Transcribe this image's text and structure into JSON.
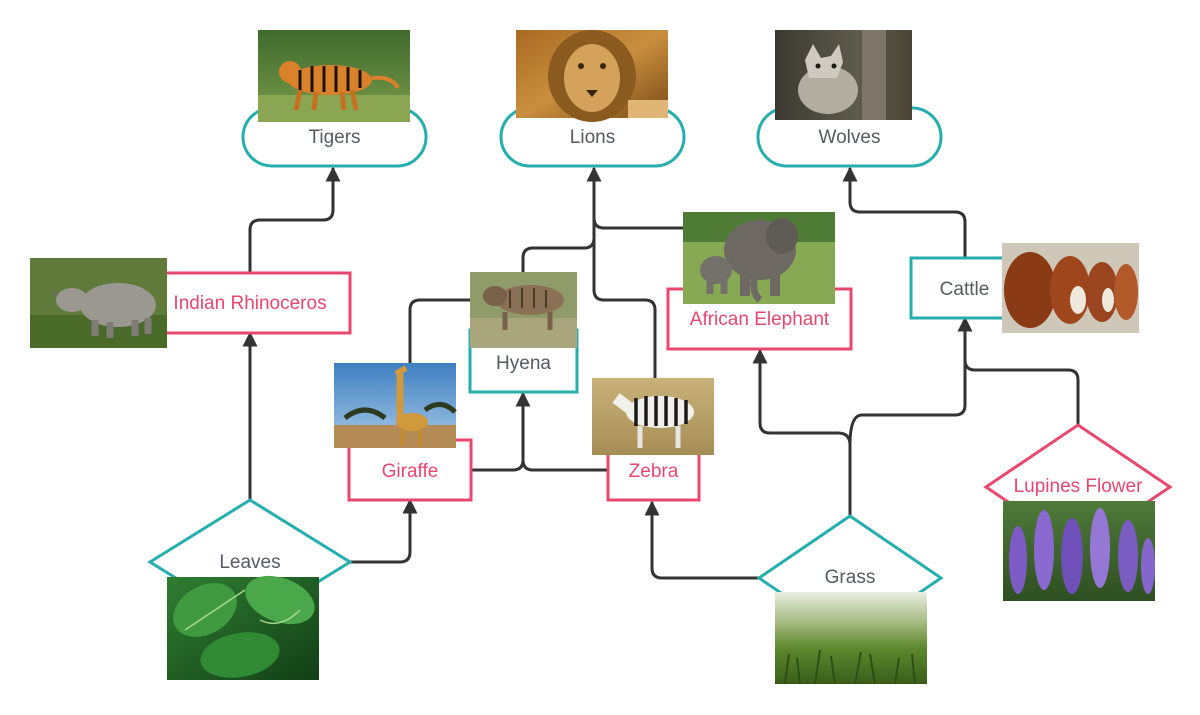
{
  "colors": {
    "connector": "#333333",
    "predator_stroke": "#26aeae",
    "consumer_stroke": "#e8476e",
    "producer_stroke": "#26aeae",
    "label_grey": "#555b61",
    "label_pink": "#e8476e"
  },
  "nodes": {
    "tigers": {
      "label": "Tigers",
      "image": "tiger-photo"
    },
    "lions": {
      "label": "Lions",
      "image": "lion-photo"
    },
    "wolves": {
      "label": "Wolves",
      "image": "wolf-photo"
    },
    "indian_rhinoceros": {
      "label": "Indian Rhinoceros",
      "image": "rhinoceros-photo"
    },
    "hyena": {
      "label": "Hyena",
      "image": "hyena-photo"
    },
    "african_elephant": {
      "label": "African Elephant",
      "image": "elephant-photo"
    },
    "cattle": {
      "label": "Cattle",
      "image": "cattle-photo"
    },
    "giraffe": {
      "label": "Giraffe",
      "image": "giraffe-photo"
    },
    "zebra": {
      "label": "Zebra",
      "image": "zebra-photo"
    },
    "leaves": {
      "label": "Leaves",
      "image": "leaves-photo"
    },
    "grass": {
      "label": "Grass",
      "image": "grass-photo"
    },
    "lupines_flower": {
      "label": "Lupines Flower",
      "image": "lupines-photo"
    }
  },
  "edges": [
    [
      "leaves",
      "indian_rhinoceros"
    ],
    [
      "indian_rhinoceros",
      "tigers"
    ],
    [
      "leaves",
      "giraffe"
    ],
    [
      "giraffe",
      "hyena"
    ],
    [
      "zebra",
      "hyena"
    ],
    [
      "giraffe",
      "lions"
    ],
    [
      "hyena",
      "lions"
    ],
    [
      "zebra",
      "lions"
    ],
    [
      "african_elephant",
      "lions"
    ],
    [
      "grass",
      "zebra"
    ],
    [
      "grass",
      "african_elephant"
    ],
    [
      "grass",
      "cattle"
    ],
    [
      "lupines_flower",
      "cattle"
    ],
    [
      "cattle",
      "wolves"
    ]
  ]
}
